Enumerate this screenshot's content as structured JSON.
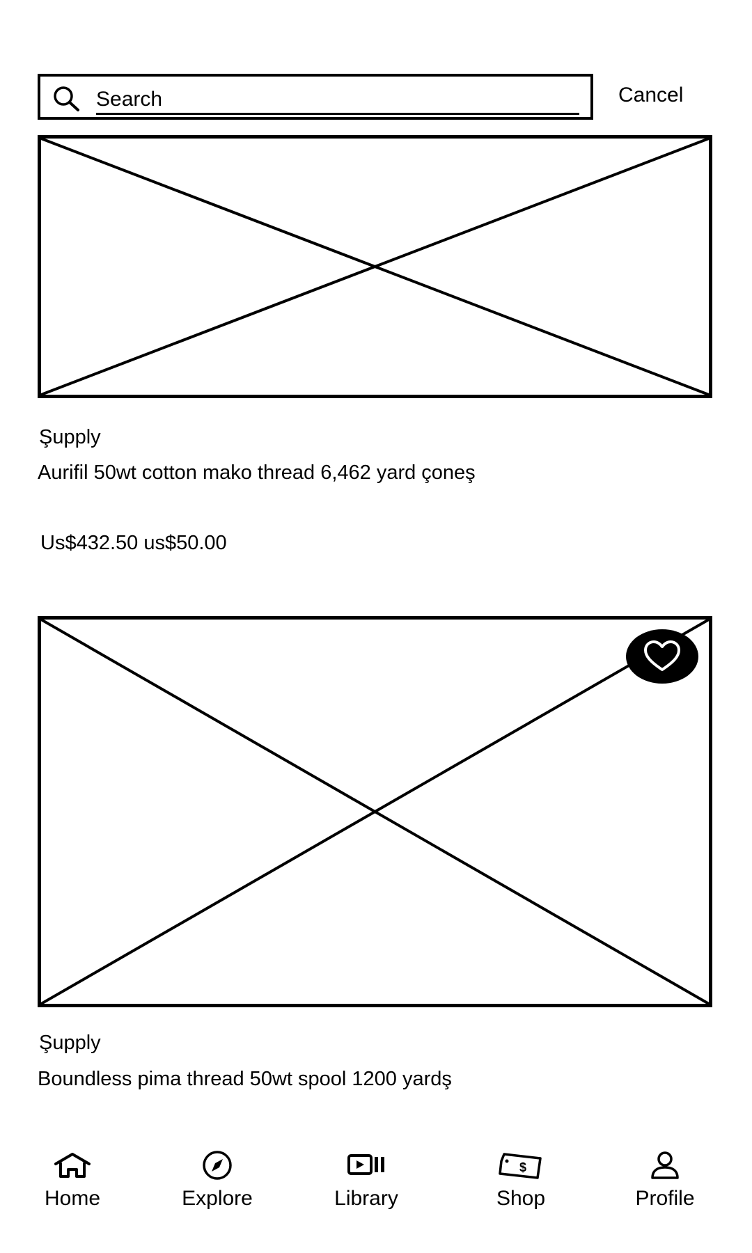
{
  "search": {
    "placeholder": "Search",
    "cancel_label": "Cancel"
  },
  "results": [
    {
      "seller": "Şupply",
      "title": "Aurifil 50wt cotton mako thread 6,462 yard çoneş",
      "price": "Us$432.50 us$50.00"
    },
    {
      "seller": "Şupply",
      "title": "Boundless pima thread 50wt spool 1200 yardş",
      "favorite_icon": "heart-icon"
    }
  ],
  "bottom_nav": {
    "items": [
      {
        "label": "Home",
        "icon": "home-icon"
      },
      {
        "label": "Explore",
        "icon": "compass-icon"
      },
      {
        "label": "Library",
        "icon": "video-library-icon"
      },
      {
        "label": "Shop",
        "icon": "price-tag-icon"
      },
      {
        "label": "Profile",
        "icon": "person-icon"
      }
    ]
  }
}
